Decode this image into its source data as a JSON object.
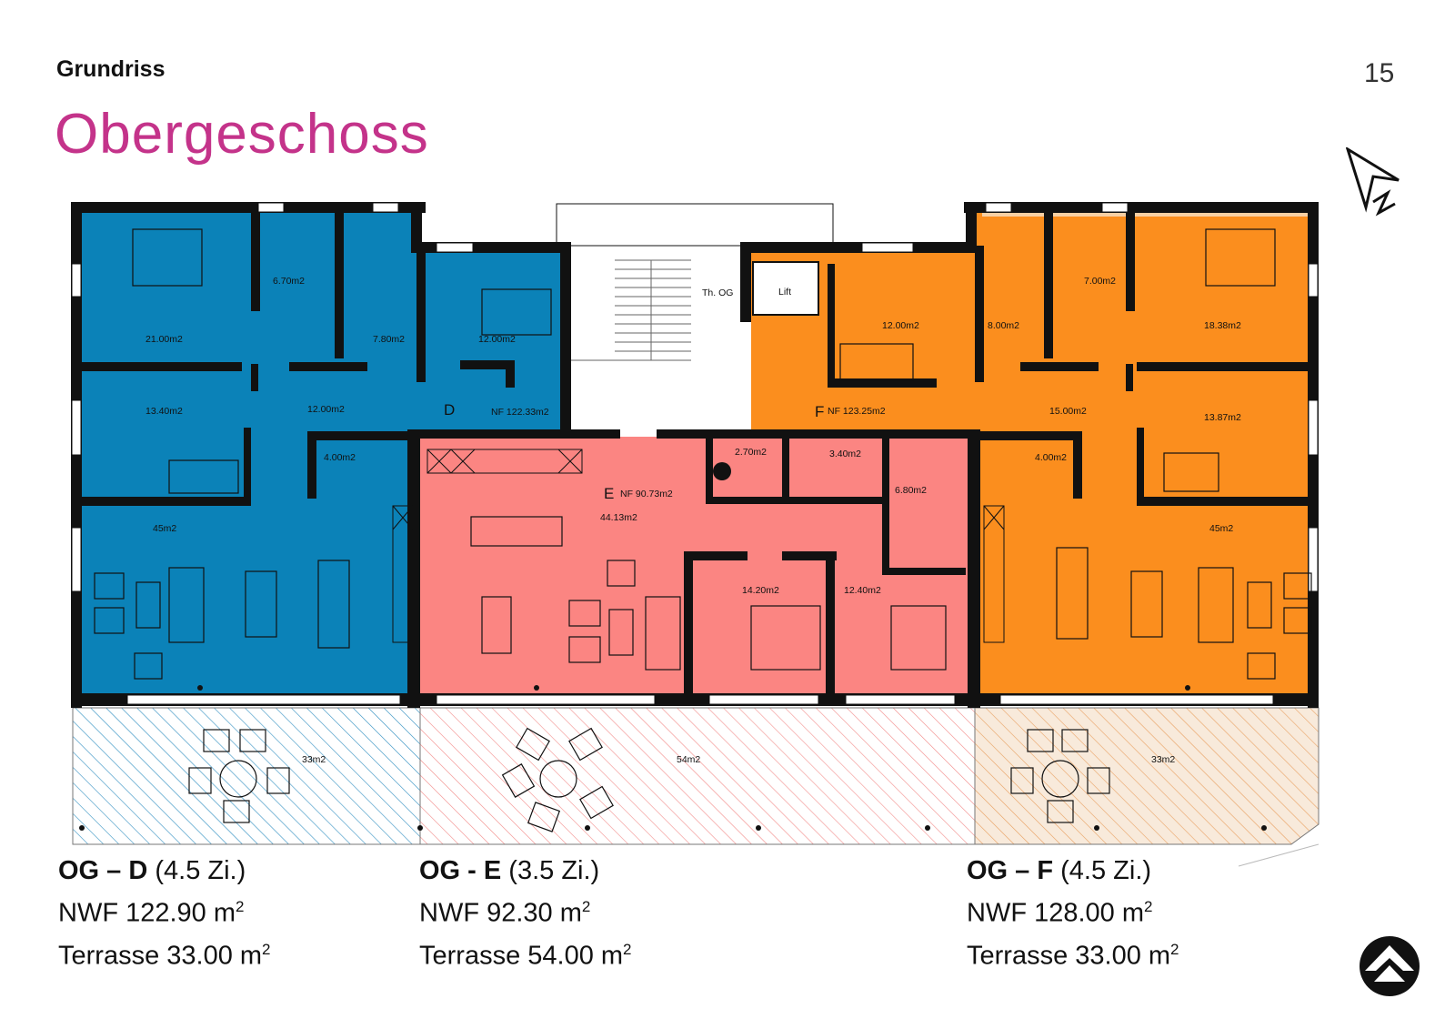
{
  "header": {
    "section_label": "Grundriss",
    "page_number": "15",
    "title": "Obergeschoss"
  },
  "colors": {
    "title": "#c4338a",
    "unit_d": "#0b82b8",
    "unit_e": "#fb8582",
    "unit_f": "#fb8e1e",
    "walls": "#111111"
  },
  "icons": [
    "north-arrow-icon",
    "brand-logo-icon"
  ],
  "plan": {
    "units": {
      "d": {
        "letter": "D",
        "nf": "NF 122.33m2"
      },
      "e": {
        "letter": "E",
        "nf": "NF 90.73m2"
      },
      "f": {
        "letter": "F",
        "nf": "NF 123.25m2"
      }
    },
    "stair_label": "Th. OG",
    "lift_label": "Lift",
    "rooms": {
      "d_bed_main": "21.00m2",
      "d_bath_1": "6.70m2",
      "d_bath_2": "7.80m2",
      "d_room_small": "12.00m2",
      "d_room_west": "13.40m2",
      "d_hall": "12.00m2",
      "d_store": "4.00m2",
      "d_living": "45m2",
      "e_wc": "2.70m2",
      "e_store": "3.40m2",
      "e_bath": "6.80m2",
      "e_living": "44.13m2",
      "e_room_1": "14.20m2",
      "e_room_2": "12.40m2",
      "f_room_small": "12.00m2",
      "f_bath_1": "8.00m2",
      "f_bath_2": "7.00m2",
      "f_bed_main": "18.38m2",
      "f_hall": "15.00m2",
      "f_room_east": "13.87m2",
      "f_store": "4.00m2",
      "f_living": "45m2"
    },
    "terraces": {
      "d": "33m2",
      "e": "54m2",
      "f": "33m2"
    }
  },
  "units_summary": [
    {
      "code": "OG – D",
      "rooms": "(4.5 Zi.)",
      "nwf": "NWF 122.90 m",
      "terrace": "Terrasse 33.00 m",
      "unit": "2"
    },
    {
      "code": "OG - E",
      "rooms": "(3.5 Zi.)",
      "nwf": "NWF 92.30 m",
      "terrace": "Terrasse 54.00 m",
      "unit": "2"
    },
    {
      "code": "OG – F",
      "rooms": "(4.5 Zi.)",
      "nwf": "NWF 128.00 m",
      "terrace": "Terrasse 33.00 m",
      "unit": "2"
    }
  ]
}
